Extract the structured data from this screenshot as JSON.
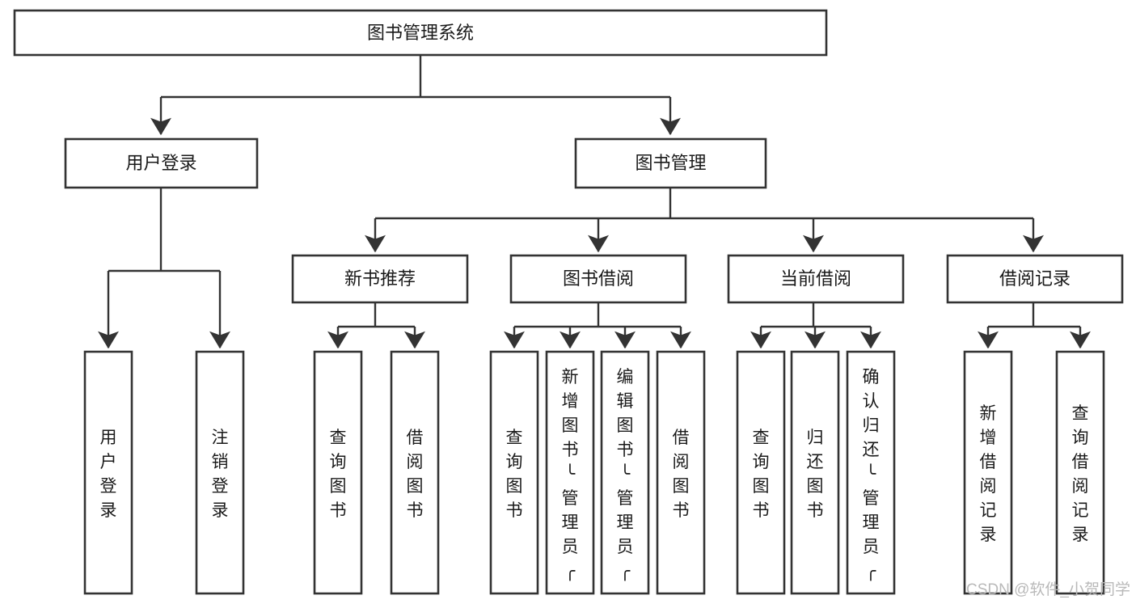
{
  "diagram": {
    "title": "图书管理系统",
    "type": "tree-hierarchy-chart",
    "orientation": "top-down",
    "colors": {
      "box_border": "#333333",
      "box_fill": "#ffffff",
      "connector": "#333333",
      "text": "#1a1a1a",
      "watermark": "#b9b9b9",
      "background": "#ffffff"
    },
    "root": {
      "label": "图书管理系统",
      "level": 0
    },
    "level1": [
      {
        "label": "用户登录",
        "level": 1
      },
      {
        "label": "图书管理",
        "level": 1
      }
    ],
    "level2": [
      {
        "label": "新书推荐",
        "level": 2,
        "parent": "图书管理"
      },
      {
        "label": "图书借阅",
        "level": 2,
        "parent": "图书管理"
      },
      {
        "label": "当前借阅",
        "level": 2,
        "parent": "图书管理"
      },
      {
        "label": "借阅记录",
        "level": 2,
        "parent": "图书管理"
      }
    ],
    "leaves": {
      "user_login": [
        {
          "label": "用户登录",
          "parent": "用户登录"
        },
        {
          "label": "注销登录",
          "parent": "用户登录"
        }
      ],
      "new_book_recommend": [
        {
          "label": "查询图书",
          "parent": "新书推荐"
        },
        {
          "label": "借阅图书",
          "parent": "新书推荐"
        }
      ],
      "book_borrow": [
        {
          "label": "查询图书",
          "parent": "图书借阅"
        },
        {
          "label": "新增图书（管理员）",
          "parent": "图书借阅"
        },
        {
          "label": "编辑图书（管理员）",
          "parent": "图书借阅"
        },
        {
          "label": "借阅图书",
          "parent": "图书借阅"
        }
      ],
      "current_borrow": [
        {
          "label": "查询图书",
          "parent": "当前借阅"
        },
        {
          "label": "归还图书",
          "parent": "当前借阅"
        },
        {
          "label": "确认归还（管理员）",
          "parent": "当前借阅"
        }
      ],
      "borrow_records": [
        {
          "label": "新增借阅记录",
          "parent": "借阅记录"
        },
        {
          "label": "查询借阅记录",
          "parent": "借阅记录"
        }
      ]
    }
  },
  "watermark": {
    "text": "CSDN @软件_小贺同学"
  }
}
